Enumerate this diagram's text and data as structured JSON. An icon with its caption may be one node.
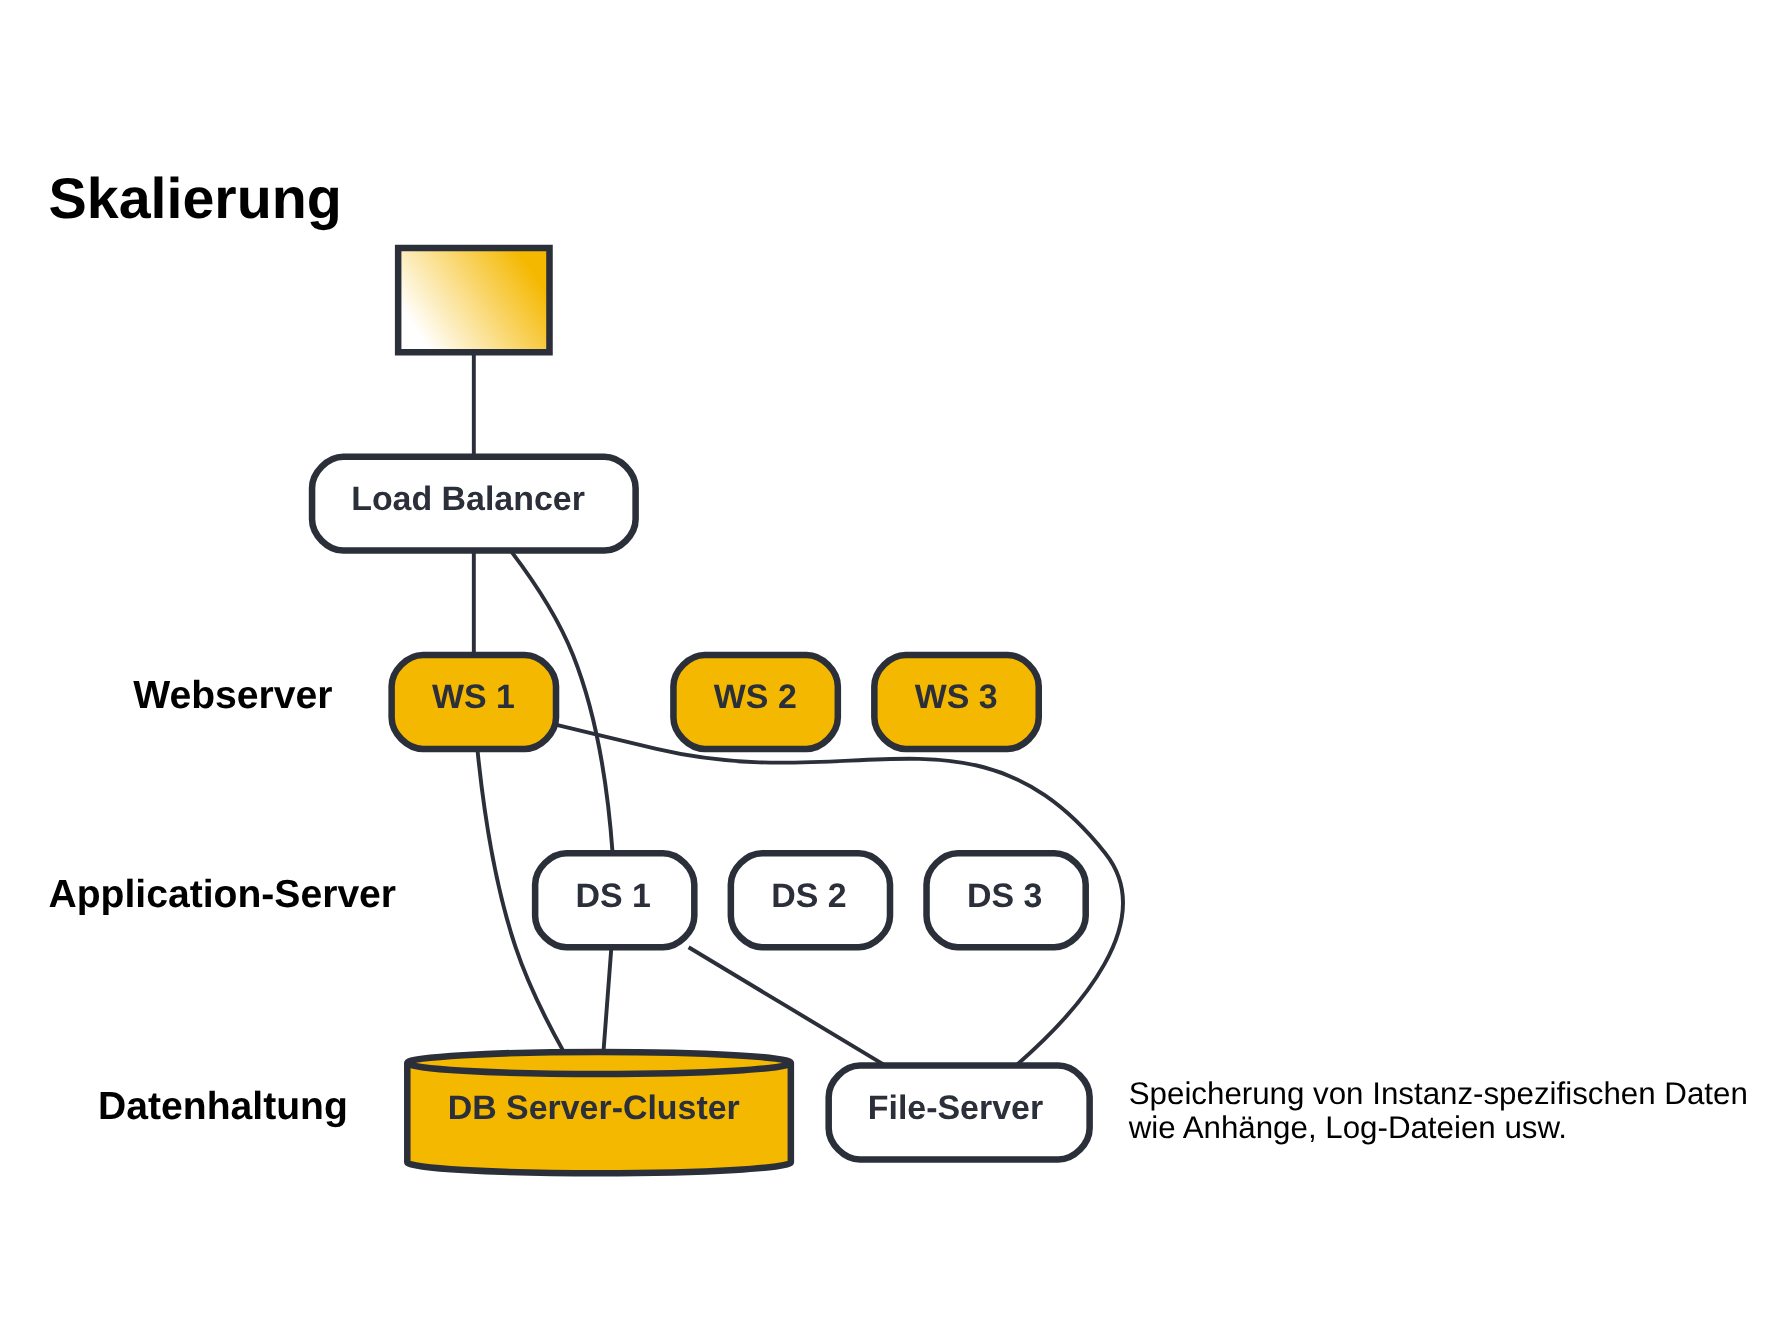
{
  "diagram": {
    "title": "Skalierung",
    "nodes": [
      {
        "text": [],
        "shape": "laptop"
      },
      {
        "text": [
          "Load Balancer"
        ]
      },
      {
        "text": [
          "WS 1"
        ]
      },
      {
        "text": [
          "WS 2"
        ]
      },
      {
        "text": [
          "WS 3"
        ]
      },
      {
        "text": [
          "DS 1"
        ]
      },
      {
        "text": [
          "DS 2"
        ]
      },
      {
        "text": [
          "DS 3"
        ]
      },
      {
        "text": [
          "DB Server-Cluster"
        ]
      },
      {
        "text": [
          "File-Server"
        ],
        "beside": [
          "Speicherung von Instanz-spezifischen Daten wie Anhänge, Log-Dateien usw."
        ]
      }
    ],
    "edges": [
      {
        "from": 0,
        "to": 1,
        "arrow": "none"
      },
      {
        "from": 1,
        "to": 2,
        "arrow": "none"
      },
      {
        "from": 1,
        "to": 5,
        "arrow": "none"
      },
      {
        "from": 2,
        "to": 8,
        "arrow": "none"
      },
      {
        "from": 2,
        "to": 9,
        "arrow": "none"
      },
      {
        "from": 5,
        "to": 8,
        "arrow": "none"
      },
      {
        "from": 5,
        "to": 9,
        "arrow": "none"
      }
    ],
    "labels": [
      "Webserver",
      "Application-Server",
      "Datenhaltung"
    ]
  }
}
